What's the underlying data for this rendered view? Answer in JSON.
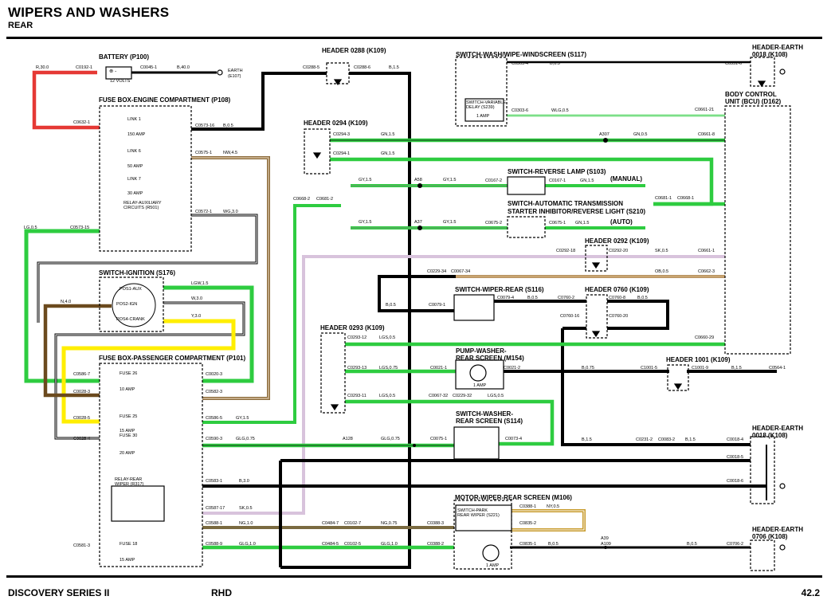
{
  "page": {
    "title": "WIPERS AND WASHERS",
    "subtitle": "REAR",
    "model": "DISCOVERY SERIES II",
    "drive": "RHD",
    "page_number": "42.2"
  },
  "colors": {
    "red": "#e53935",
    "green": "#2ecc40",
    "black": "#000000",
    "brown": "#6b4a1e",
    "yellow": "#ffee00",
    "white": "#ffffff",
    "nw_brown": "#8a6a3a",
    "ng_brown": "#7a6a40",
    "sk_pink": "#d8c3dc",
    "ob_brown": "#a07030"
  },
  "components": {
    "battery": "BATTERY (P100)",
    "battery_inner": "12 VOLTS",
    "fusebox_engine": "FUSE BOX-ENGINE COMPARTMENT (P108)",
    "link1": "LINK 1",
    "link1_amp": "150 AMP",
    "link6": "LINK 6",
    "link6_amp": "50 AMP",
    "link7": "LINK 7",
    "link7_amp": "30 AMP",
    "relay_aux_1": "RELAY-AUXILIARY",
    "relay_aux_2": "CIRCUITS (R501)",
    "switch_ignition": "SWITCH-IGNITION (S176)",
    "pos_aux": "POS1-AUX",
    "pos_ign": "POS2-IGN",
    "pos_crank": "POS4-CRANK",
    "fusebox_pass": "FUSE BOX-PASSENGER COMPARTMENT (P101)",
    "fuse26": "FUSE 26",
    "fuse26_amp": "10 AMP",
    "fuse25": "FUSE 25",
    "fuse25_amp": "15 AMP",
    "fuse30": "FUSE 30",
    "fuse30_amp": "20 AMP",
    "fuse18": "FUSE 18",
    "fuse18_amp": "15 AMP",
    "relay_rear_1": "RELAY-REAR",
    "relay_rear_2": "WIPER (R317)",
    "header_0288": "HEADER 0288 (K109)",
    "header_0294": "HEADER 0294 (K109)",
    "header_0292": "HEADER 0292 (K109)",
    "header_0760": "HEADER 0760 (K109)",
    "header_0293": "HEADER 0293 (K109)",
    "header_1001": "HEADER 1001 (K109)",
    "switch_wash_wipe": "SWITCH-WASH/WIPE-WINDSCREEN (S117)",
    "switch_variable_1": "SWITCH-VARIABLE",
    "switch_variable_2": "DELAY (S239)",
    "switch_reverse": "SWITCH-REVERSE LAMP (S103)",
    "manual": "(MANUAL)",
    "switch_auto_1": "SWITCH-AUTOMATIC TRANSMISSION",
    "switch_auto_2": "STARTER INHIBITOR/REVERSE LIGHT (S210)",
    "auto": "(AUTO)",
    "switch_wiper_rear": "SWITCH-WIPER-REAR (S116)",
    "pump_1": "PUMP-WASHER-",
    "pump_2": "REAR SCREEN (M154)",
    "switch_washer_1": "SWITCH-WASHER-",
    "switch_washer_2": "REAR SCREEN (S114)",
    "motor_wiper": "MOTOR-WIPER-REAR SCREEN (M106)",
    "park_1": "SWITCH-PARK",
    "park_2": "REAR WIPER (S221)",
    "earth_1": "HEADER-EARTH",
    "earth_1b": "0018 (K108)",
    "bcu_1": "BODY CONTROL",
    "bcu_2": "UNIT (BCU) (D162)",
    "earth_2": "HEADER-EARTH",
    "earth_2b": "0018 (K108)",
    "earth_3": "HEADER-EARTH",
    "earth_3b": "0706 (K108)",
    "earth": "EARTH",
    "earth_e107": "(E107)",
    "one_amp": "1 AMP"
  },
  "connectors": {
    "c0192": "C0192-1",
    "c0045": "C0045-1",
    "c0632": "C0632-1",
    "c0573_16": "C0573-16",
    "c0575_1": "C0575-1",
    "c0572_1": "C0572-1",
    "c0573_15": "C0573-15",
    "c0288_5": "C0288-5",
    "c0288_6": "C0288-6",
    "c0303_4": "C0303-4",
    "c0303_6": "C0303-6",
    "c0551_6": "C0551-6",
    "c0661_21": "C0661-21",
    "c0661_8": "C0661-8",
    "c0661_1": "C0661-1",
    "c0662_3": "C0662-3",
    "c0660_29": "C0660-29",
    "c0294_3": "C0294-3",
    "c0294_1": "C0294-1",
    "a307": "A307",
    "c0668_2": "C0668-2",
    "c0681_2": "C0681-2",
    "a58": "A58",
    "a37": "A37",
    "c0167_2": "C0167-2",
    "c0167_1": "C0167-1",
    "c0675_2": "C0675-2",
    "c0675_1": "C0675-1",
    "c0681_1": "C0681-1",
    "c0668_1": "C0668-1",
    "c0292_18": "C0292-18",
    "c0292_20": "C0292-20",
    "c0229_34": "C0229-34",
    "c0067_34": "C0067-34",
    "c0079_1": "C0079-1",
    "c0079_4": "C0079-4",
    "c0760_2": "C0760-2",
    "c0760_8": "C0760-8",
    "c0760_16": "C0760-16",
    "c0760_20": "C0760-20",
    "c0293_12": "C0293-12",
    "c0293_13": "C0293-13",
    "c0293_11": "C0293-11",
    "c0021_1": "C0021-1",
    "c0021_2": "C0021-2",
    "c1001_5": "C1001-5",
    "c1001_9": "C1001-9",
    "c0564_1": "C0564-1",
    "c0067_32": "C0067-32",
    "c0229_32": "C0229-32",
    "c0075_1": "C0075-1",
    "c0073_4": "C0073-4",
    "c0231_2": "C0231-2",
    "c0083_2": "C0083-2",
    "c0018_4": "C0018-4",
    "c0018_5": "C0018-5",
    "c0018_6": "C0018-6",
    "c0586_7": "C0586-7",
    "c0028_3": "C0028-3",
    "c0028_5": "C0028-5",
    "c0028_4": "C0028-4",
    "c0020_3": "C0020-3",
    "c0582_3": "C0582-3",
    "c0586_5": "C0586-5",
    "c0590_3": "C0590-3",
    "c0583_1": "C0583-1",
    "c0587_17": "C0587-17",
    "c0588_1": "C0588-1",
    "c0581_3": "C0581-3",
    "c0588_9": "C0588-9",
    "a128": "A128",
    "c0484_7": "C0484-7",
    "c0102_7": "C0102-7",
    "c0484_5": "C0484-5",
    "c0102_5": "C0102-5",
    "c0388_3": "C0388-3",
    "c0388_1": "C0388-1",
    "c0388_2": "C0388-2",
    "c0835_2": "C0835-2",
    "c0835_1": "C0835-1",
    "a39": "A39",
    "a109": "A109",
    "c0706_2": "C0706-2"
  },
  "wires": {
    "r30": "R,30.0",
    "b40": "B,40.0",
    "b05": "B,0.5",
    "nw45": "NW,4.5",
    "wg30": "WG,3.0",
    "lg05": "LG,0.5",
    "b15": "B,1.5",
    "wlg05": "WLG,0.5",
    "gn15": "GN,1.5",
    "gn05": "GN,0.5",
    "gy15": "GY,1.5",
    "lgw15": "LGW,1.5",
    "w30": "W,3.0",
    "y30": "Y,3.0",
    "n40": "N,4.0",
    "sk05": "SK,0.5",
    "ob05": "OB,0.5",
    "lgs05": "LGS,0.5",
    "lgs075": "LGS,0.75",
    "b075": "B,0.75",
    "glg075": "GLG,0.75",
    "b30": "B,3.0",
    "ng10": "NG,1.0",
    "ng075": "NG,0.75",
    "glg10": "GLG,1.0",
    "ny05": "NY,0.5",
    "gyl5": "GY,1.5"
  }
}
